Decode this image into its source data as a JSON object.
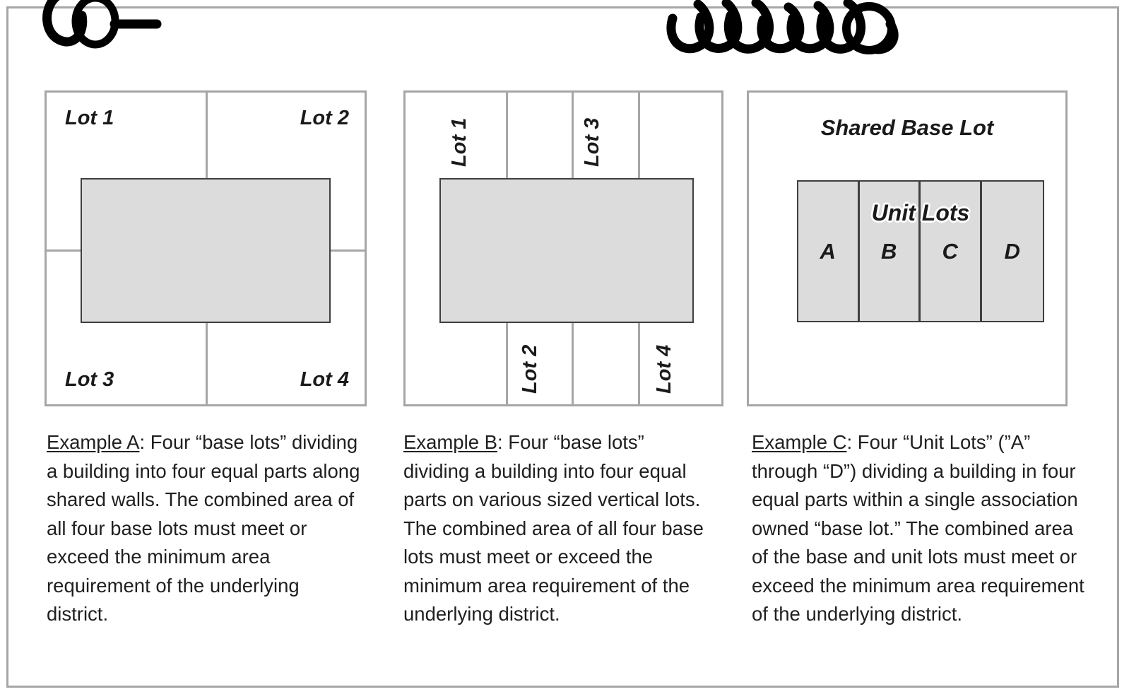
{
  "document": {
    "border_color": "#a6a6a6",
    "background": "#ffffff",
    "building_fill": "#dcdcdc",
    "building_stroke": "#3f3f3f",
    "ink_color": "#000000"
  },
  "annotations": {
    "ink_marks": [
      {
        "name": "left-loop-scribble",
        "description": "handwritten looping ink stroke, partially cut off"
      },
      {
        "name": "right-loop-scribble",
        "description": "handwritten chain of cursive loops, partially cut off"
      }
    ],
    "faded_text": [
      "",
      "",
      "",
      "",
      ""
    ]
  },
  "examples": [
    {
      "id": "A",
      "diagram": {
        "type": "base-lots-quad",
        "lots": [
          "Lot 1",
          "Lot 2",
          "Lot 3",
          "Lot 4"
        ],
        "building_label": ""
      },
      "caption": {
        "lead": "Example A",
        "body": ":  Four “base lots” dividing a building into four equal parts along shared walls. The combined area of all four base lots must meet or exceed the minimum area requirement of the underlying district."
      }
    },
    {
      "id": "B",
      "diagram": {
        "type": "base-lots-vertical-strips",
        "lots": [
          "Lot 1",
          "Lot 2",
          "Lot 3",
          "Lot 4"
        ],
        "building_label": ""
      },
      "caption": {
        "lead": "Example B",
        "body": ":  Four “base lots” dividing a building into four equal parts on various sized vertical lots.  The combined area of all four base lots must meet or exceed the minimum area requirement of the underlying district."
      }
    },
    {
      "id": "C",
      "diagram": {
        "type": "unit-lots-in-base-lot",
        "title": "Shared Base Lot",
        "overlay": "Unit Lots",
        "units": [
          "A",
          "B",
          "C",
          "D"
        ]
      },
      "caption": {
        "lead": "Example C",
        "body": ":  Four “Unit Lots” (”A” through “D”) dividing a building in four equal parts within a single association owned “base lot.” The combined area of the base and unit lots must meet or exceed the minimum area requirement of the underlying district."
      }
    }
  ]
}
